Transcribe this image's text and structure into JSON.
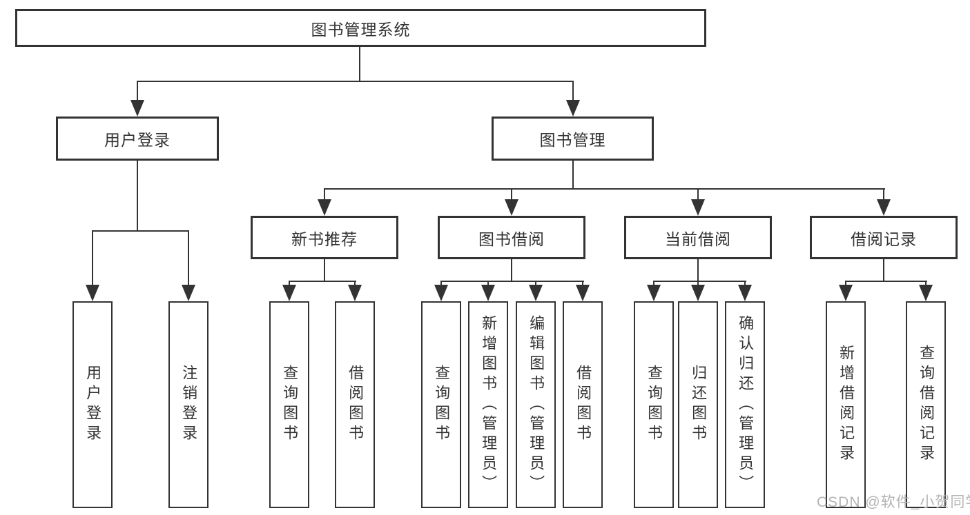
{
  "diagram": {
    "root": "图书管理系统",
    "level2": [
      "用户登录",
      "图书管理"
    ],
    "level3": [
      "新书推荐",
      "图书借阅",
      "当前借阅",
      "借阅记录"
    ],
    "leaves": {
      "login": [
        "用户登录",
        "注销登录"
      ],
      "recommend": [
        "查询图书",
        "借阅图书"
      ],
      "borrow": [
        "查询图书",
        "新增图书（管理员）",
        "编辑图书（管理员）",
        "借阅图书"
      ],
      "current": [
        "查询图书",
        "归还图书",
        "确认归还（管理员）"
      ],
      "records": [
        "新增借阅记录",
        "查询借阅记录"
      ]
    }
  },
  "watermark": "CSDN @软件_小贺同学",
  "colors": {
    "line": "#333333",
    "text": "#333333",
    "watermark": "#b3b3b3",
    "background": "#ffffff"
  }
}
